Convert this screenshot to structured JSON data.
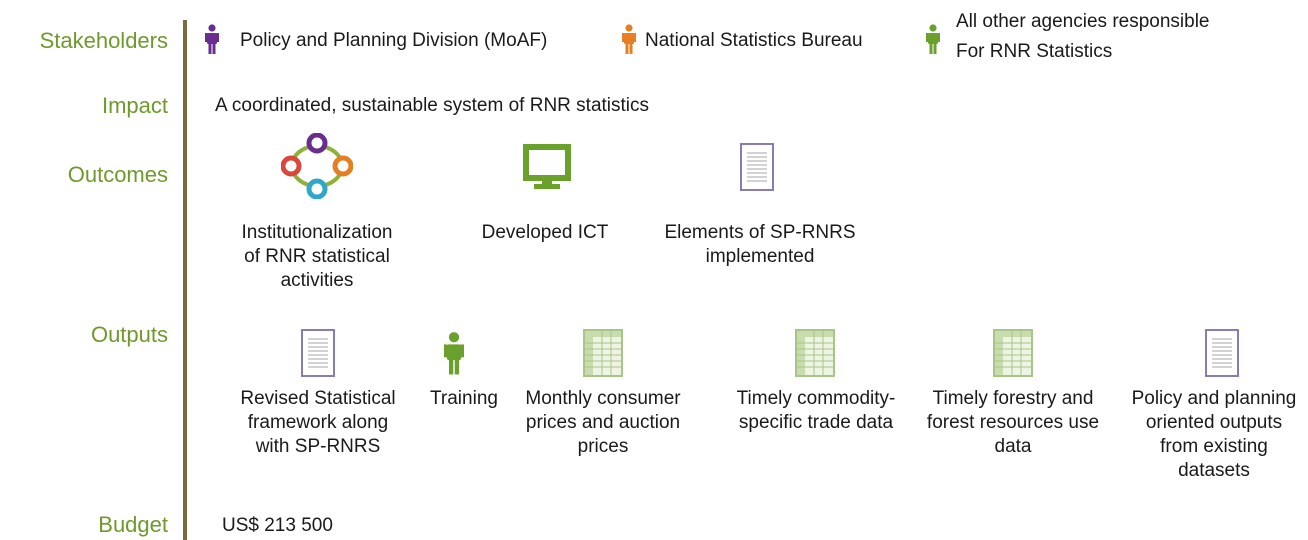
{
  "rows": {
    "stakeholders": "Stakeholders",
    "impact": "Impact",
    "outcomes": "Outcomes",
    "outputs": "Outputs",
    "budget": "Budget"
  },
  "stakeholders": [
    {
      "label": "Policy and Planning Division (MoAF)",
      "color": "#6a2d8f",
      "icon": "person-icon"
    },
    {
      "label": "National Statistics Bureau",
      "color": "#e67e22",
      "icon": "person-icon"
    },
    {
      "label_line1": "All other agencies responsible",
      "label_line2": "For RNR Statistics",
      "color": "#6aa02c",
      "icon": "person-icon"
    }
  ],
  "impact": "A coordinated, sustainable system of RNR statistics",
  "outcomes": [
    {
      "lines": [
        "Institutionalization",
        "of RNR statistical",
        "activities"
      ],
      "icon": "network-cycle-icon"
    },
    {
      "lines": [
        "Developed ICT"
      ],
      "icon": "monitor-icon"
    },
    {
      "lines": [
        "Elements of SP-RNRS",
        "implemented"
      ],
      "icon": "document-icon"
    }
  ],
  "outputs": [
    {
      "lines": [
        "Revised Statistical",
        "framework along",
        "with SP-RNRS"
      ],
      "icon": "document-icon"
    },
    {
      "lines": [
        "Training"
      ],
      "icon": "person-icon"
    },
    {
      "lines": [
        "Monthly consumer",
        "prices and auction",
        "prices"
      ],
      "icon": "spreadsheet-icon"
    },
    {
      "lines": [
        "Timely commodity-",
        "specific trade data"
      ],
      "icon": "spreadsheet-icon"
    },
    {
      "lines": [
        "Timely forestry and",
        "forest resources use",
        "data"
      ],
      "icon": "spreadsheet-icon"
    },
    {
      "lines": [
        "Policy and planning",
        "oriented outputs",
        "from existing",
        "datasets"
      ],
      "icon": "document-icon"
    }
  ],
  "budget": "US$ 213 500",
  "colors": {
    "label_green": "#6f9a2b",
    "divider": "#7b6a3e",
    "purple": "#6a2d8f",
    "orange": "#e67e22",
    "green": "#6aa02c",
    "teal": "#2fa7c9",
    "red": "#d9483b"
  }
}
